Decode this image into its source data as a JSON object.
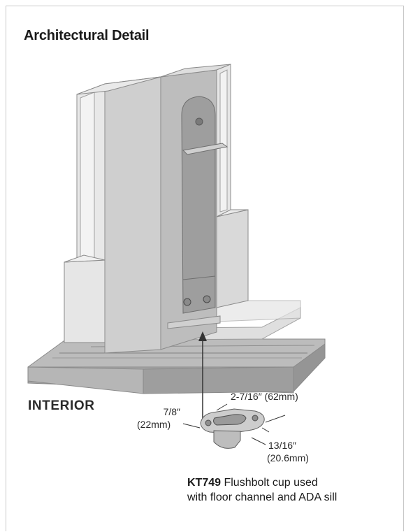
{
  "heading": {
    "title": "Architectural Detail"
  },
  "labels": {
    "side": "INTERIOR"
  },
  "dimensions": {
    "length_imperial": "2-7/16″",
    "length_metric": "(62mm)",
    "height_imperial": "7/8″",
    "height_metric": "(22mm)",
    "width_imperial": "13/16″",
    "width_metric": "(20.6mm)"
  },
  "caption": {
    "part_code": "KT749",
    "line1": " Flushbolt cup used",
    "line2": "with floor channel and ADA sill"
  }
}
